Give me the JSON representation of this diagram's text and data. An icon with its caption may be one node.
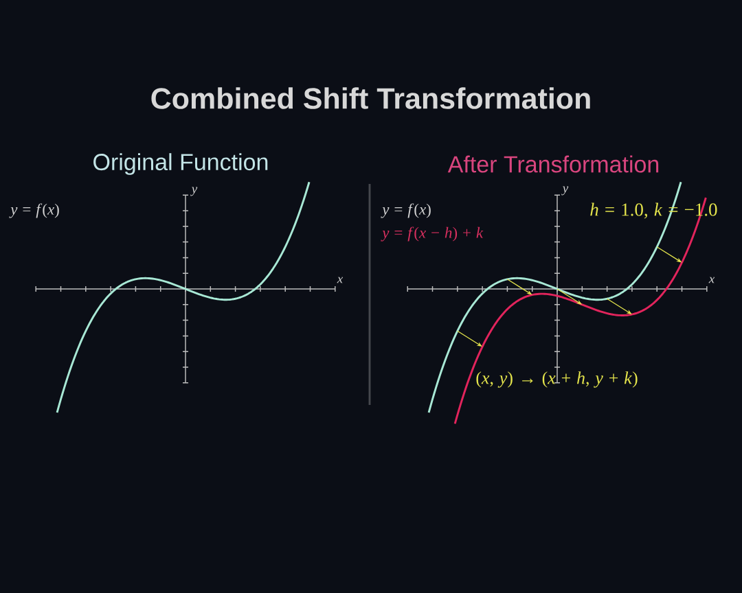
{
  "diagram": {
    "title": "Combined Shift Transformation",
    "labels": [
      "Original Function",
      "After Transformation",
      "*y* = *f*(*x*)",
      "y",
      "x",
      "*y* = *f*(*x*)",
      "*y* = *f*(*x* − *h*) + *k*",
      "y",
      "*h* = 1.0, *k* = −1.0",
      "x",
      "(*x*, *y*) → (*x* + *h*, *y* + *k*)"
    ]
  }
}
